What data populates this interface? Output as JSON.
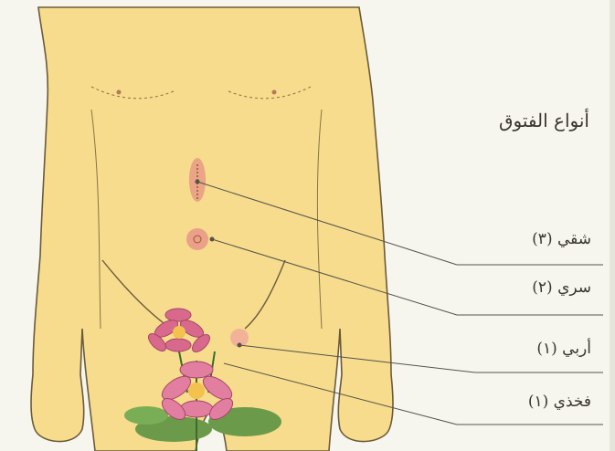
{
  "diagram": {
    "title": "أنواع الفتوق",
    "labels": [
      {
        "id": "label-1",
        "text": "شقي (٣)"
      },
      {
        "id": "label-2",
        "text": "سري (٢)"
      },
      {
        "id": "label-3",
        "text": "أربي (١)"
      },
      {
        "id": "label-4",
        "text": "فخذي (١)"
      }
    ]
  },
  "colors": {
    "skin": "#f6dc8c",
    "outline": "#6b5a3a",
    "marker": "#e08c7a",
    "leader": "#55524a",
    "flower": "#d9698c",
    "leaf": "#6a9a4a"
  }
}
